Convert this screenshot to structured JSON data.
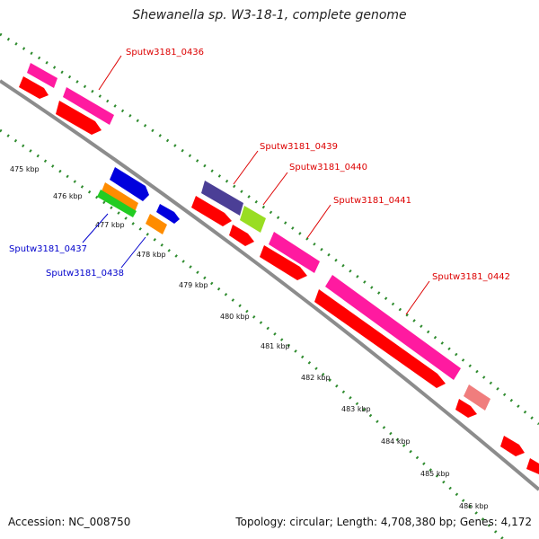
{
  "title": "Shewanella sp. W3-18-1, complete genome",
  "footer": {
    "accession": "Accession: NC_008750",
    "summary": "Topology: circular; Length: 4,708,380 bp; Genes: 4,172"
  },
  "colors": {
    "backbone": "#8c8c8c",
    "ticks": "#2e8b2e",
    "cds": "#ff0000",
    "label_top": "#dd0000",
    "label_bottom": "#0000cc"
  },
  "scale_labels": [
    "475 kbp",
    "476 kbp",
    "477 kbp",
    "478 kbp",
    "479 kbp",
    "480 kbp",
    "481 kbp",
    "482 kbp",
    "483 kbp",
    "484 kbp",
    "485 kbp",
    "486 kbp"
  ],
  "gene_labels": {
    "g0436": "Sputw3181_0436",
    "g0437": "Sputw3181_0437",
    "g0438": "Sputw3181_0438",
    "g0439": "Sputw3181_0439",
    "g0440": "Sputw3181_0440",
    "g0441": "Sputw3181_0441",
    "g0442": "Sputw3181_0442"
  }
}
